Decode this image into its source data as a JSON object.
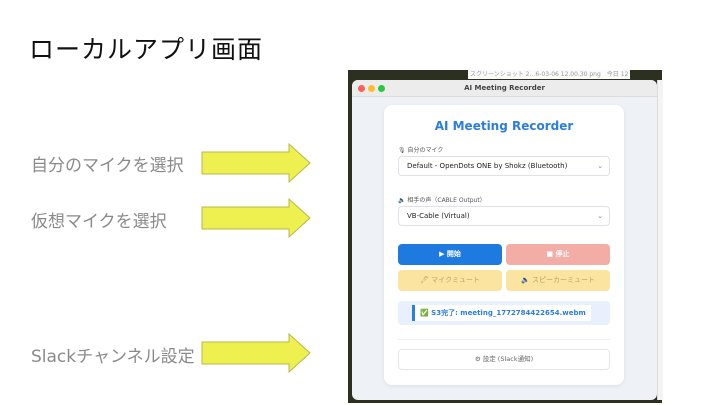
{
  "slide": {
    "title": "ローカルアプリ画面",
    "labels": [
      "自分のマイクを選択",
      "仮想マイクを選択",
      "Slackチャンネル設定"
    ],
    "arrow_color": "#eef050"
  },
  "background_finder": {
    "text": "スクリーンショット 2…6-03-06 12.00.30 png　今日 12"
  },
  "window": {
    "title": "AI Meeting Recorder"
  },
  "app": {
    "heading": "AI Meeting Recorder",
    "mic_label": "🎙 自分のマイク",
    "mic_value": "Default - OpenDots ONE by Shokz (Bluetooth)",
    "remote_label": "🔈 相手の声（CABLE Output）",
    "remote_value": "VB-Cable (Virtual)",
    "start": "▶ 開始",
    "stop": "■ 停止",
    "mic_mute": "🖊 マイクミュート",
    "speaker_mute": "🔈 スピーカーミュート",
    "status": "✅ S3完了: meeting_1772784422654.webm",
    "settings": "⚙ 設定 (Slack通知)"
  },
  "colors": {
    "accent": "#2b7de0",
    "start": "#1f7ae0",
    "stop": "#f4aca6",
    "mute": "#fbe3a0"
  }
}
